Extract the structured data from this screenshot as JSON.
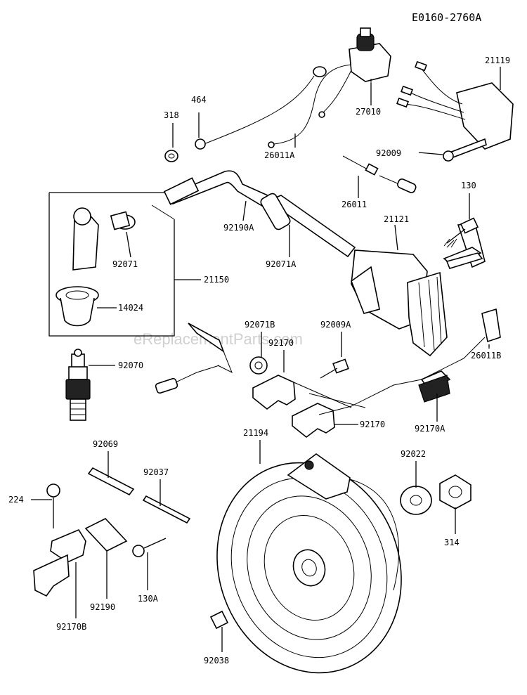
{
  "diagram": {
    "reference": "E0160-2760A",
    "watermark": "eReplacementParts.com",
    "parts": [
      {
        "id": "p318",
        "label": "318"
      },
      {
        "id": "p464",
        "label": "464"
      },
      {
        "id": "p27010",
        "label": "27010"
      },
      {
        "id": "p21119",
        "label": "21119"
      },
      {
        "id": "p26011A",
        "label": "26011A"
      },
      {
        "id": "p92009",
        "label": "92009"
      },
      {
        "id": "p130",
        "label": "130"
      },
      {
        "id": "p26011",
        "label": "26011"
      },
      {
        "id": "p92190A",
        "label": "92190A"
      },
      {
        "id": "p21121",
        "label": "21121"
      },
      {
        "id": "p92071",
        "label": "92071"
      },
      {
        "id": "p92071A",
        "label": "92071A"
      },
      {
        "id": "p21150",
        "label": "21150"
      },
      {
        "id": "p14024",
        "label": "14024"
      },
      {
        "id": "p92071B",
        "label": "92071B"
      },
      {
        "id": "p92009A",
        "label": "92009A"
      },
      {
        "id": "p92170a",
        "label": "92170"
      },
      {
        "id": "p92070",
        "label": "92070"
      },
      {
        "id": "p26011B",
        "label": "26011B"
      },
      {
        "id": "p92170b",
        "label": "92170"
      },
      {
        "id": "p92170A",
        "label": "92170A"
      },
      {
        "id": "p21194",
        "label": "21194"
      },
      {
        "id": "p92069",
        "label": "92069"
      },
      {
        "id": "p92037",
        "label": "92037"
      },
      {
        "id": "p92022",
        "label": "92022"
      },
      {
        "id": "p224",
        "label": "224"
      },
      {
        "id": "p314",
        "label": "314"
      },
      {
        "id": "p130A",
        "label": "130A"
      },
      {
        "id": "p92190",
        "label": "92190"
      },
      {
        "id": "p92170B",
        "label": "92170B"
      },
      {
        "id": "p92038",
        "label": "92038"
      }
    ]
  }
}
